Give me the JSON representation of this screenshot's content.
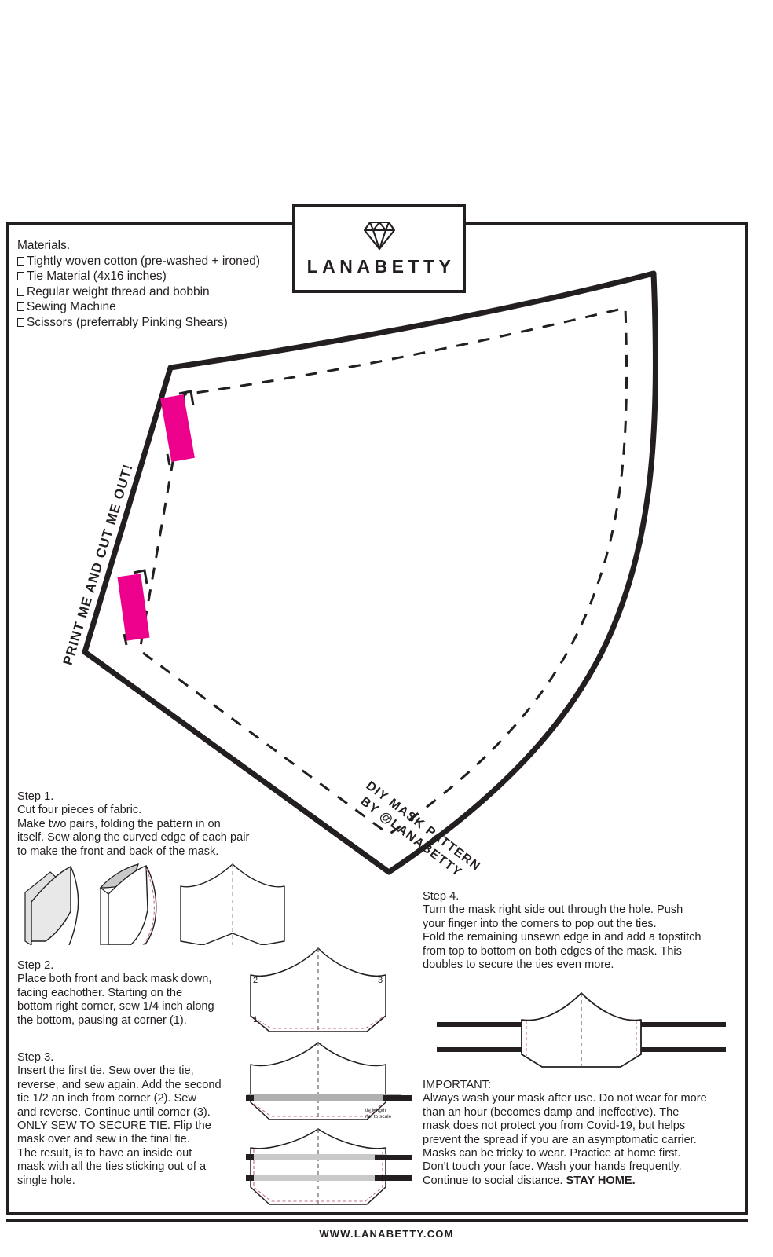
{
  "brand": {
    "logo_name": "LANABETTY",
    "logo_icon": "diamond-icon",
    "footer_url": "WWW.LANABETTY.COM"
  },
  "materials": {
    "heading": "Materials.",
    "items": [
      "Tightly woven cotton (pre-washed + ironed)",
      "Tie Material (4x16 inches)",
      "Regular weight thread and bobbin",
      "Sewing Machine",
      "Scissors (preferrably Pinking Shears)"
    ]
  },
  "pattern": {
    "print_label": "PRINT ME AND CUT ME OUT!",
    "title_line1": "DIY MASK PATTERN",
    "title_line2": "BY @LANABETTY",
    "tie_marker_color": "#ec008c",
    "outline_color": "#231f20"
  },
  "steps": {
    "step1": {
      "title": "Step 1.",
      "body": "Cut four pieces of fabric.\nMake two pairs, folding the pattern in on\nitself. Sew along the curved edge of each pair\nto make the front and back of the mask."
    },
    "step2": {
      "title": "Step 2.",
      "body": "Place both front and back mask down,\nfacing eachother. Starting on the\nbottom right corner, sew 1/4 inch along\nthe bottom, pausing at corner (1).",
      "corner_labels": [
        "1",
        "2",
        "3"
      ]
    },
    "step3": {
      "title": "Step 3.",
      "body": "Insert the first tie. Sew over the tie,\nreverse, and sew again. Add the second\ntie 1/2 an inch from corner (2). Sew\nand reverse. Continue until corner (3).\nONLY SEW TO SECURE TIE. Flip the\nmask over and sew in the final tie.\nThe result, is to have an inside out\nmask with all the ties sticking out of a\nsingle hole.",
      "scale_note_line1": "tie length",
      "scale_note_line2": "not to scale"
    },
    "step4": {
      "title": "Step 4.",
      "body": "Turn the mask right side out through the hole. Push\nyour finger into the corners to pop out the ties.\nFold the remaining unsewn edge in and add a topstitch\nfrom top to bottom on both edges of the mask. This\ndoubles to secure the ties even more."
    }
  },
  "important": {
    "title": "IMPORTANT:",
    "body": "Always wash your mask after use. Do not wear for more\nthan an hour (becomes damp and ineffective). The\nmask does not protect you from Covid-19, but helps\nprevent the spread if you are an asymptomatic carrier.\nMasks can be tricky to wear. Practice at home first.\nDon't touch your face. Wash your hands frequently.\nContinue to social distance. ",
    "emphasis": "STAY HOME."
  }
}
